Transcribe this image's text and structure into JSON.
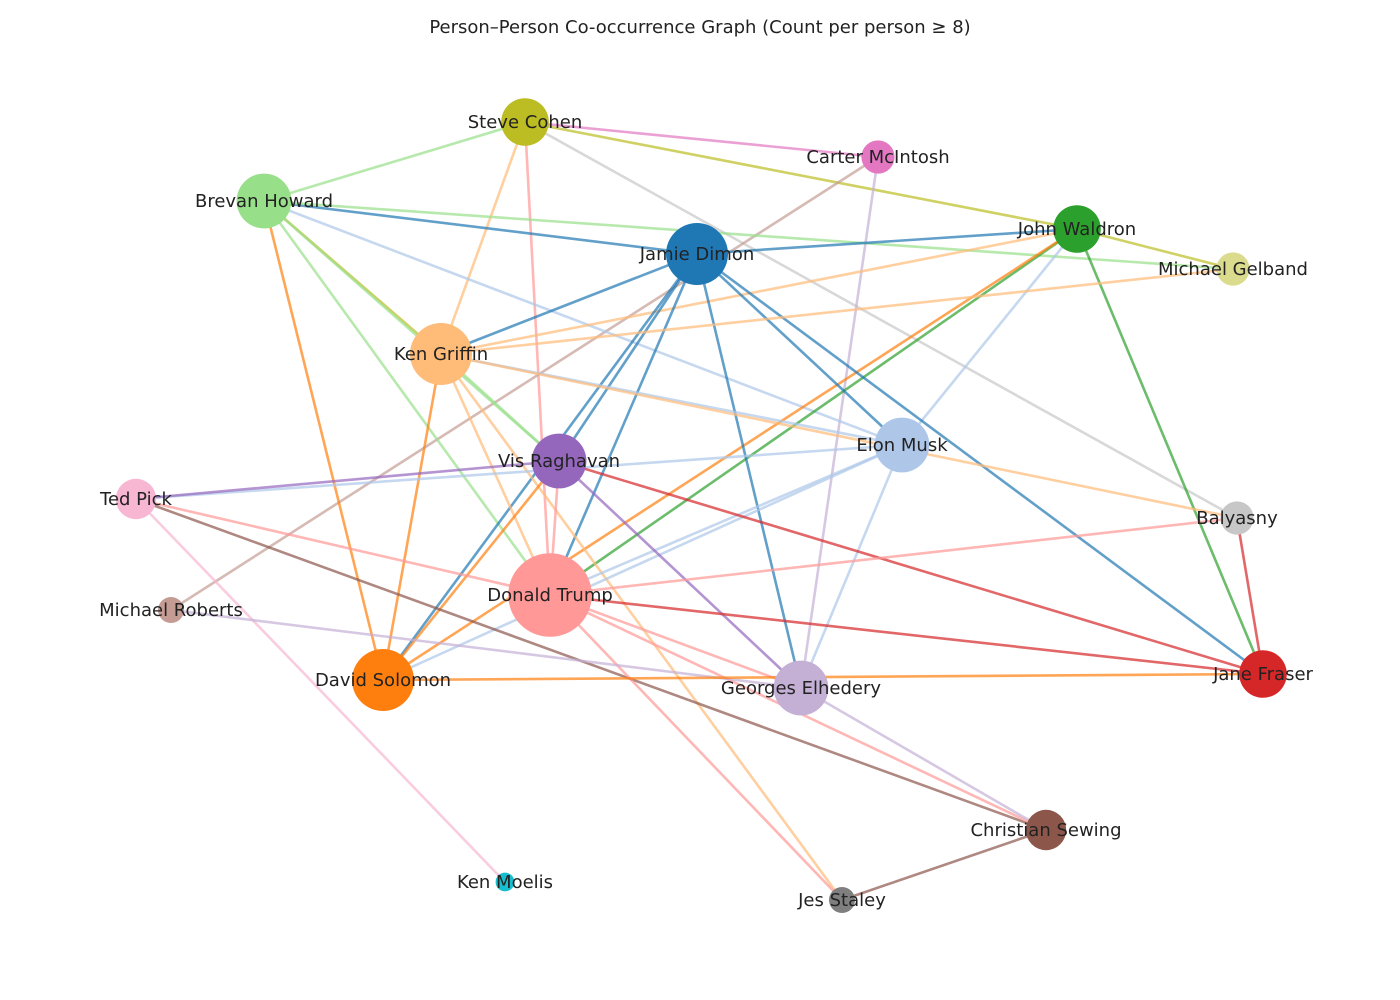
{
  "chart_data": {
    "type": "network",
    "title": "Person–Person Co-occurrence Graph (Count per person ≥ 8)",
    "nodes": [
      {
        "id": "Steve Cohen",
        "label": "Steve Cohen",
        "color": "#bcbd22",
        "size": 3
      },
      {
        "id": "Carter McIntosh",
        "label": "Carter McIntosh",
        "color": "#e377c2",
        "size": 1
      },
      {
        "id": "Brevan Howard",
        "label": "Brevan Howard",
        "color": "#98df8a",
        "size": 4
      },
      {
        "id": "John Waldron",
        "label": "John Waldron",
        "color": "#2ca02c",
        "size": 3
      },
      {
        "id": "Jamie Dimon",
        "label": "Jamie Dimon",
        "color": "#1f77b4",
        "size": 5
      },
      {
        "id": "Michael Gelband",
        "label": "Michael Gelband",
        "color": "#dbdb8d",
        "size": 1
      },
      {
        "id": "Ken Griffin",
        "label": "Ken Griffin",
        "color": "#ffbb78",
        "size": 5
      },
      {
        "id": "Elon Musk",
        "label": "Elon Musk",
        "color": "#aec7e8",
        "size": 4
      },
      {
        "id": "Vis Raghavan",
        "label": "Vis Raghavan",
        "color": "#9467bd",
        "size": 4
      },
      {
        "id": "Ted Pick",
        "label": "Ted Pick",
        "color": "#f7b6d2",
        "size": 2
      },
      {
        "id": "Balyasny",
        "label": "Balyasny",
        "color": "#c7c7c7",
        "size": 1
      },
      {
        "id": "Donald Trump",
        "label": "Donald Trump",
        "color": "#ff9896",
        "size": 8
      },
      {
        "id": "Michael Roberts",
        "label": "Michael Roberts",
        "color": "#c49c94",
        "size": 0
      },
      {
        "id": "David Solomon",
        "label": "David Solomon",
        "color": "#ff7f0e",
        "size": 5
      },
      {
        "id": "Georges Elhedery",
        "label": "Georges Elhedery",
        "color": "#c5b0d5",
        "size": 4
      },
      {
        "id": "Jane Fraser",
        "label": "Jane Fraser",
        "color": "#d62728",
        "size": 3
      },
      {
        "id": "Christian Sewing",
        "label": "Christian Sewing",
        "color": "#8c564b",
        "size": 2
      },
      {
        "id": "Ken Moelis",
        "label": "Ken Moelis",
        "color": "#17becf",
        "size": -1
      },
      {
        "id": "Jes Staley",
        "label": "Jes Staley",
        "color": "#7f7f7f",
        "size": 0
      }
    ],
    "edges": [
      {
        "source": "Steve Cohen",
        "target": "Carter McIntosh",
        "color": "#e377c2"
      },
      {
        "source": "Steve Cohen",
        "target": "Brevan Howard",
        "color": "#98df8a"
      },
      {
        "source": "Steve Cohen",
        "target": "John Waldron",
        "color": "#bcbd22"
      },
      {
        "source": "Steve Cohen",
        "target": "Ken Griffin",
        "color": "#ffbb78"
      },
      {
        "source": "Steve Cohen",
        "target": "Donald Trump",
        "color": "#ff9896"
      },
      {
        "source": "Steve Cohen",
        "target": "Balyasny",
        "color": "#c7c7c7"
      },
      {
        "source": "Carter McIntosh",
        "target": "Michael Roberts",
        "color": "#c49c94"
      },
      {
        "source": "Carter McIntosh",
        "target": "Georges Elhedery",
        "color": "#c5b0d5"
      },
      {
        "source": "Brevan Howard",
        "target": "Jamie Dimon",
        "color": "#1f77b4"
      },
      {
        "source": "Brevan Howard",
        "target": "Michael Gelband",
        "color": "#98df8a"
      },
      {
        "source": "Brevan Howard",
        "target": "Ken Griffin",
        "color": "#bcbd22"
      },
      {
        "source": "Brevan Howard",
        "target": "Elon Musk",
        "color": "#aec7e8"
      },
      {
        "source": "Brevan Howard",
        "target": "Vis Raghavan",
        "color": "#98df8a"
      },
      {
        "source": "Brevan Howard",
        "target": "Donald Trump",
        "color": "#98df8a"
      },
      {
        "source": "Brevan Howard",
        "target": "David Solomon",
        "color": "#ff7f0e"
      },
      {
        "source": "John Waldron",
        "target": "Jamie Dimon",
        "color": "#1f77b4"
      },
      {
        "source": "John Waldron",
        "target": "Michael Gelband",
        "color": "#bcbd22"
      },
      {
        "source": "John Waldron",
        "target": "Ken Griffin",
        "color": "#ffbb78"
      },
      {
        "source": "John Waldron",
        "target": "Elon Musk",
        "color": "#aec7e8"
      },
      {
        "source": "John Waldron",
        "target": "Donald Trump",
        "color": "#2ca02c"
      },
      {
        "source": "John Waldron",
        "target": "David Solomon",
        "color": "#ff7f0e"
      },
      {
        "source": "John Waldron",
        "target": "Jane Fraser",
        "color": "#2ca02c"
      },
      {
        "source": "Jamie Dimon",
        "target": "Ken Griffin",
        "color": "#1f77b4"
      },
      {
        "source": "Jamie Dimon",
        "target": "Elon Musk",
        "color": "#1f77b4"
      },
      {
        "source": "Jamie Dimon",
        "target": "Vis Raghavan",
        "color": "#1f77b4"
      },
      {
        "source": "Jamie Dimon",
        "target": "Donald Trump",
        "color": "#1f77b4"
      },
      {
        "source": "Jamie Dimon",
        "target": "David Solomon",
        "color": "#1f77b4"
      },
      {
        "source": "Jamie Dimon",
        "target": "Georges Elhedery",
        "color": "#1f77b4"
      },
      {
        "source": "Jamie Dimon",
        "target": "Jane Fraser",
        "color": "#1f77b4"
      },
      {
        "source": "Michael Gelband",
        "target": "Ken Griffin",
        "color": "#ffbb78"
      },
      {
        "source": "Ken Griffin",
        "target": "Elon Musk",
        "color": "#aec7e8"
      },
      {
        "source": "Ken Griffin",
        "target": "Balyasny",
        "color": "#ffbb78"
      },
      {
        "source": "Ken Griffin",
        "target": "Vis Raghavan",
        "color": "#98df8a"
      },
      {
        "source": "Ken Griffin",
        "target": "Donald Trump",
        "color": "#ffbb78"
      },
      {
        "source": "Ken Griffin",
        "target": "David Solomon",
        "color": "#ff7f0e"
      },
      {
        "source": "Ken Griffin",
        "target": "Jes Staley",
        "color": "#ffbb78"
      },
      {
        "source": "Elon Musk",
        "target": "Ted Pick",
        "color": "#aec7e8"
      },
      {
        "source": "Elon Musk",
        "target": "Donald Trump",
        "color": "#aec7e8"
      },
      {
        "source": "Elon Musk",
        "target": "David Solomon",
        "color": "#aec7e8"
      },
      {
        "source": "Elon Musk",
        "target": "Georges Elhedery",
        "color": "#aec7e8"
      },
      {
        "source": "Vis Raghavan",
        "target": "Ted Pick",
        "color": "#9467bd"
      },
      {
        "source": "Vis Raghavan",
        "target": "Donald Trump",
        "color": "#ff9896"
      },
      {
        "source": "Vis Raghavan",
        "target": "David Solomon",
        "color": "#ff7f0e"
      },
      {
        "source": "Vis Raghavan",
        "target": "Georges Elhedery",
        "color": "#9467bd"
      },
      {
        "source": "Vis Raghavan",
        "target": "Jane Fraser",
        "color": "#d62728"
      },
      {
        "source": "Ted Pick",
        "target": "Donald Trump",
        "color": "#ff9896"
      },
      {
        "source": "Ted Pick",
        "target": "Christian Sewing",
        "color": "#8c564b"
      },
      {
        "source": "Ted Pick",
        "target": "Ken Moelis",
        "color": "#f7b6d2"
      },
      {
        "source": "Balyasny",
        "target": "Donald Trump",
        "color": "#ff9896"
      },
      {
        "source": "Balyasny",
        "target": "Jane Fraser",
        "color": "#d62728"
      },
      {
        "source": "Donald Trump",
        "target": "Jane Fraser",
        "color": "#d62728"
      },
      {
        "source": "Donald Trump",
        "target": "Georges Elhedery",
        "color": "#ff9896"
      },
      {
        "source": "Donald Trump",
        "target": "Christian Sewing",
        "color": "#ff9896"
      },
      {
        "source": "Donald Trump",
        "target": "Jes Staley",
        "color": "#ff9896"
      },
      {
        "source": "Michael Roberts",
        "target": "Georges Elhedery",
        "color": "#c5b0d5"
      },
      {
        "source": "David Solomon",
        "target": "Jane Fraser",
        "color": "#ff7f0e"
      },
      {
        "source": "Georges Elhedery",
        "target": "Christian Sewing",
        "color": "#c5b0d5"
      },
      {
        "source": "Christian Sewing",
        "target": "Jes Staley",
        "color": "#8c564b"
      }
    ]
  }
}
